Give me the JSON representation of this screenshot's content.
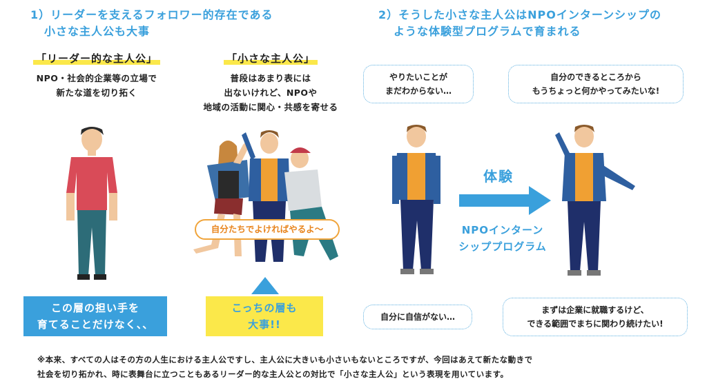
{
  "section1": {
    "title_line1": "1）リーダーを支えるフォロワー的存在である",
    "title_line2": "小さな主人公も大事",
    "leader": {
      "label": "「リーダー的な主人公」",
      "desc_line1": "NPO・社会的企業等の立場で",
      "desc_line2": "新たな道を切り拓く"
    },
    "small": {
      "label": "「小さな主人公」",
      "desc_line1": "普段はあまり表には",
      "desc_line2": "出ないけれど、NPOや",
      "desc_line3": "地域の活動に関心・共感を寄せる"
    },
    "callout": "自分たちでよければやるよ〜",
    "box_blue_line1": "この層の担い手を",
    "box_blue_line2": "育てることだけなく、、",
    "box_yellow_line1": "こっちの層も",
    "box_yellow_line2": "大事!!"
  },
  "section2": {
    "title_line1": "2）そうした小さな主人公はNPOインターンシップの",
    "title_line2": "ような体験型プログラムで育まれる",
    "bubble_tl_line1": "やりたいことが",
    "bubble_tl_line2": "まだわからない…",
    "bubble_tr_line1": "自分のできるところから",
    "bubble_tr_line2": "もうちょっと何かやってみたいな!",
    "bubble_bl": "自分に自信がない…",
    "bubble_br_line1": "まずは企業に就職するけど、",
    "bubble_br_line2": "できる範囲でまちに関わり続けたい!",
    "arrow_label": "体験",
    "program_line1": "NPOインターン",
    "program_line2": "シッププログラム"
  },
  "footnote": {
    "line1": "※本来、すべての人はその方の人生における主人公ですし、主人公に大きいも小さいもないところですが、今回はあえて新たな動きで",
    "line2": "社会を切り拓かれ、時に表舞台に立つこともあるリーダー的な主人公との対比で「小さな主人公」という表現を用いています。"
  },
  "colors": {
    "accent_blue": "#3aa0dc",
    "highlight_yellow": "#fbe84a",
    "callout_orange": "#f0a43a"
  }
}
